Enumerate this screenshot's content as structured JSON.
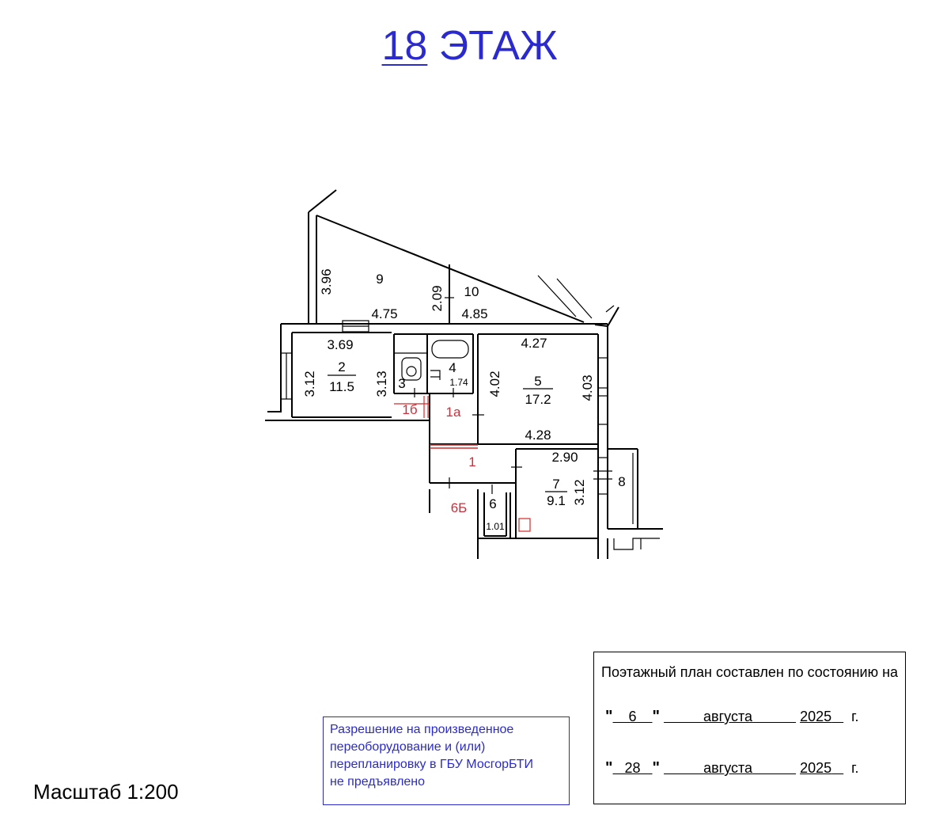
{
  "header": {
    "floor_prefix": " ",
    "floor_number": "18",
    "floor_word": " ЭТАЖ"
  },
  "rooms": {
    "r9": {
      "num": "9"
    },
    "r10": {
      "num": "10"
    },
    "r2": {
      "num": "2",
      "area": "11.5"
    },
    "r3": {
      "num": "3"
    },
    "r4": {
      "num": "4",
      "area": "1.74"
    },
    "r5": {
      "num": "5",
      "area": "17.2"
    },
    "r1b": {
      "num": "1б"
    },
    "r1a": {
      "num": "1а"
    },
    "r1": {
      "num": "1"
    },
    "r6": {
      "num": "6",
      "area": "1.01"
    },
    "r6b": {
      "num": "6Б"
    },
    "r7": {
      "num": "7",
      "area": "9.1"
    },
    "r8": {
      "num": "8"
    }
  },
  "dimensions": {
    "d396": "3.96",
    "d209": "2.09",
    "d475": "4.75",
    "d485": "4.85",
    "d369": "3.69",
    "d312a": "3.12",
    "d313": "3.13",
    "d402": "4.02",
    "d403": "4.03",
    "d427": "4.27",
    "d428": "4.28",
    "d290": "2.90",
    "d312b": "3.12"
  },
  "footer": {
    "scale": "Масштаб 1:200",
    "notice_lines": [
      "Разрешение  на произведенное",
      "переоборудование и (или)",
      "перепланировку в ГБУ МосгорБТИ",
      "не предъявлено"
    ],
    "stamp_title": "Поэтажный план составлен по состоянию на",
    "date1": {
      "day": "6",
      "month": "августа",
      "year": "2025",
      "suffix": "г."
    },
    "date2": {
      "day": "28",
      "month": "августа",
      "year": "2025",
      "suffix": "г."
    }
  },
  "colors": {
    "title_blue": "#2a2ad0",
    "red_marks": "#c8303c"
  }
}
